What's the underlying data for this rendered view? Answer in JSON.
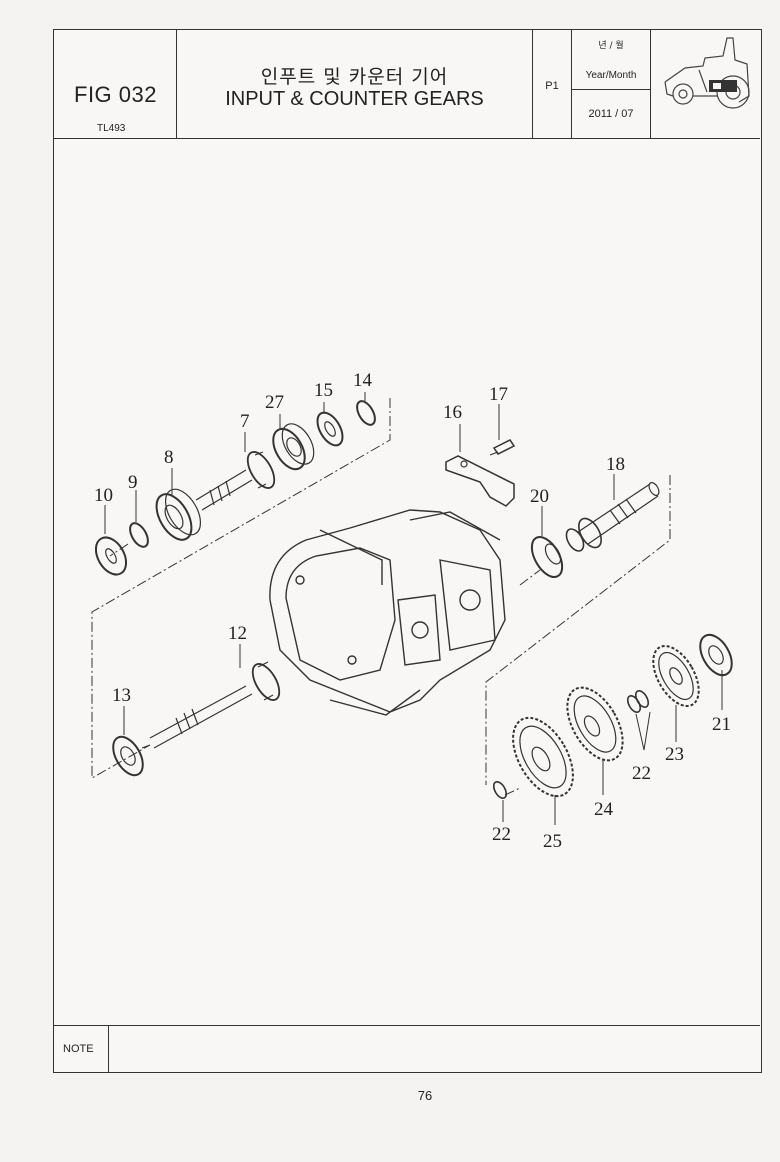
{
  "header": {
    "fig_label": "FIG 032",
    "model": "TL493",
    "title_ko": "인푸트 및 카운터 기어",
    "title_en": "INPUT & COUNTER GEARS",
    "page_code": "P1",
    "year_month_ko": "년 / 월",
    "year_month_en": "Year/Month",
    "date": "2011 / 07"
  },
  "diagram": {
    "callouts": [
      "14",
      "15",
      "27",
      "7",
      "8",
      "9",
      "10",
      "16",
      "17",
      "18",
      "20",
      "12",
      "13",
      "21",
      "22",
      "23",
      "24",
      "25",
      "22"
    ]
  },
  "note_label": "NOTE",
  "page_number": "76",
  "icons": [
    "tractor-logo-icon"
  ]
}
